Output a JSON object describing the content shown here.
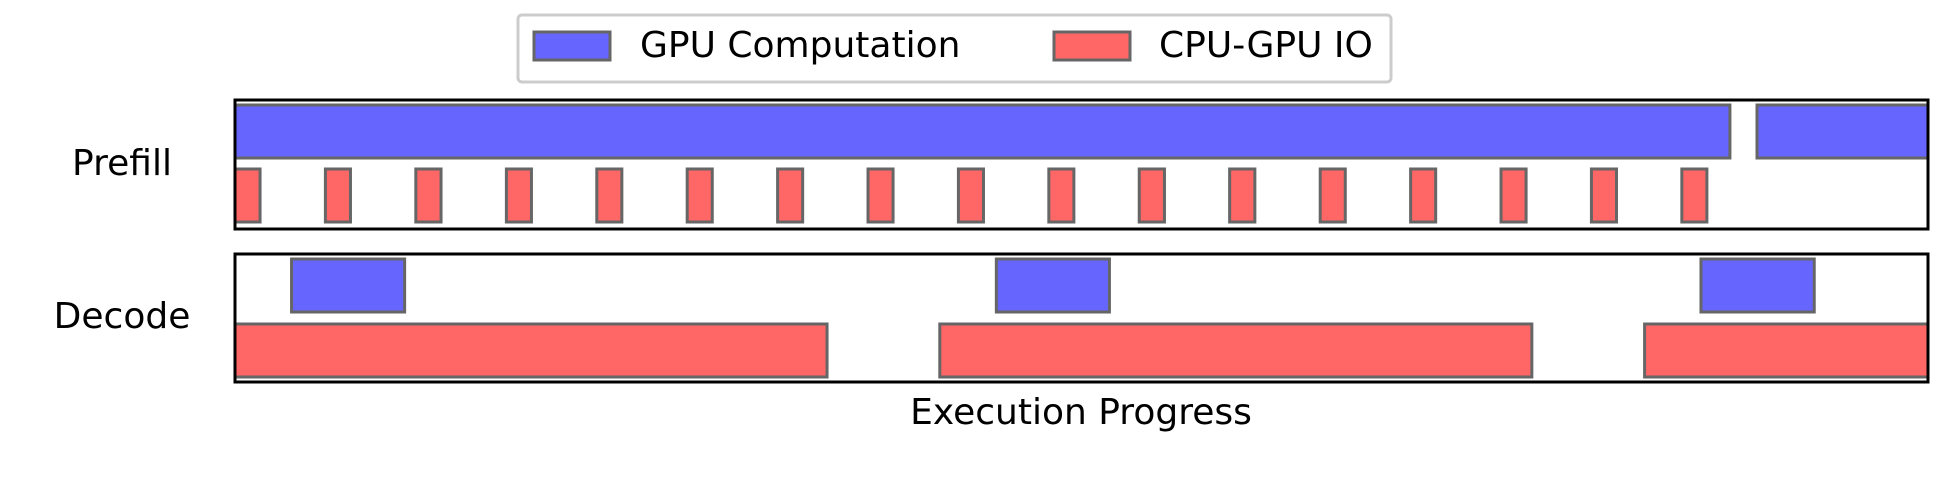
{
  "chart_data": {
    "type": "timeline",
    "xlabel": "Execution Progress",
    "legend": {
      "placement": "top-center",
      "entries": [
        {
          "label": "GPU Computation",
          "color": "#6666ff"
        },
        {
          "label": "CPU-GPU IO",
          "color": "#ff6666"
        }
      ]
    },
    "edge_color": "#666666",
    "grid": false,
    "x_ticks": "none",
    "xlim": [
      0,
      1
    ],
    "rows": [
      {
        "label": "Prefill",
        "gpu": [
          [
            0.0,
            0.883
          ],
          [
            0.899,
            1.0
          ]
        ],
        "io": [
          [
            0.0,
            0.0148
          ],
          [
            0.0534,
            0.0682
          ],
          [
            0.1068,
            0.1217
          ],
          [
            0.1603,
            0.1751
          ],
          [
            0.2137,
            0.2285
          ],
          [
            0.2671,
            0.2819
          ],
          [
            0.3205,
            0.3353
          ],
          [
            0.3739,
            0.3887
          ],
          [
            0.4273,
            0.4421
          ],
          [
            0.4807,
            0.4955
          ],
          [
            0.5341,
            0.549
          ],
          [
            0.5875,
            0.6024
          ],
          [
            0.641,
            0.6558
          ],
          [
            0.6944,
            0.7092
          ],
          [
            0.7478,
            0.7626
          ],
          [
            0.8012,
            0.816
          ],
          [
            0.8546,
            0.8694
          ]
        ]
      },
      {
        "label": "Decode",
        "gpu": [
          [
            0.0334,
            0.1002
          ],
          [
            0.4497,
            0.5165
          ],
          [
            0.8659,
            0.9328
          ]
        ],
        "io": [
          [
            0.0,
            0.3497
          ],
          [
            0.4163,
            0.766
          ],
          [
            0.8326,
            1.0
          ]
        ]
      }
    ]
  }
}
